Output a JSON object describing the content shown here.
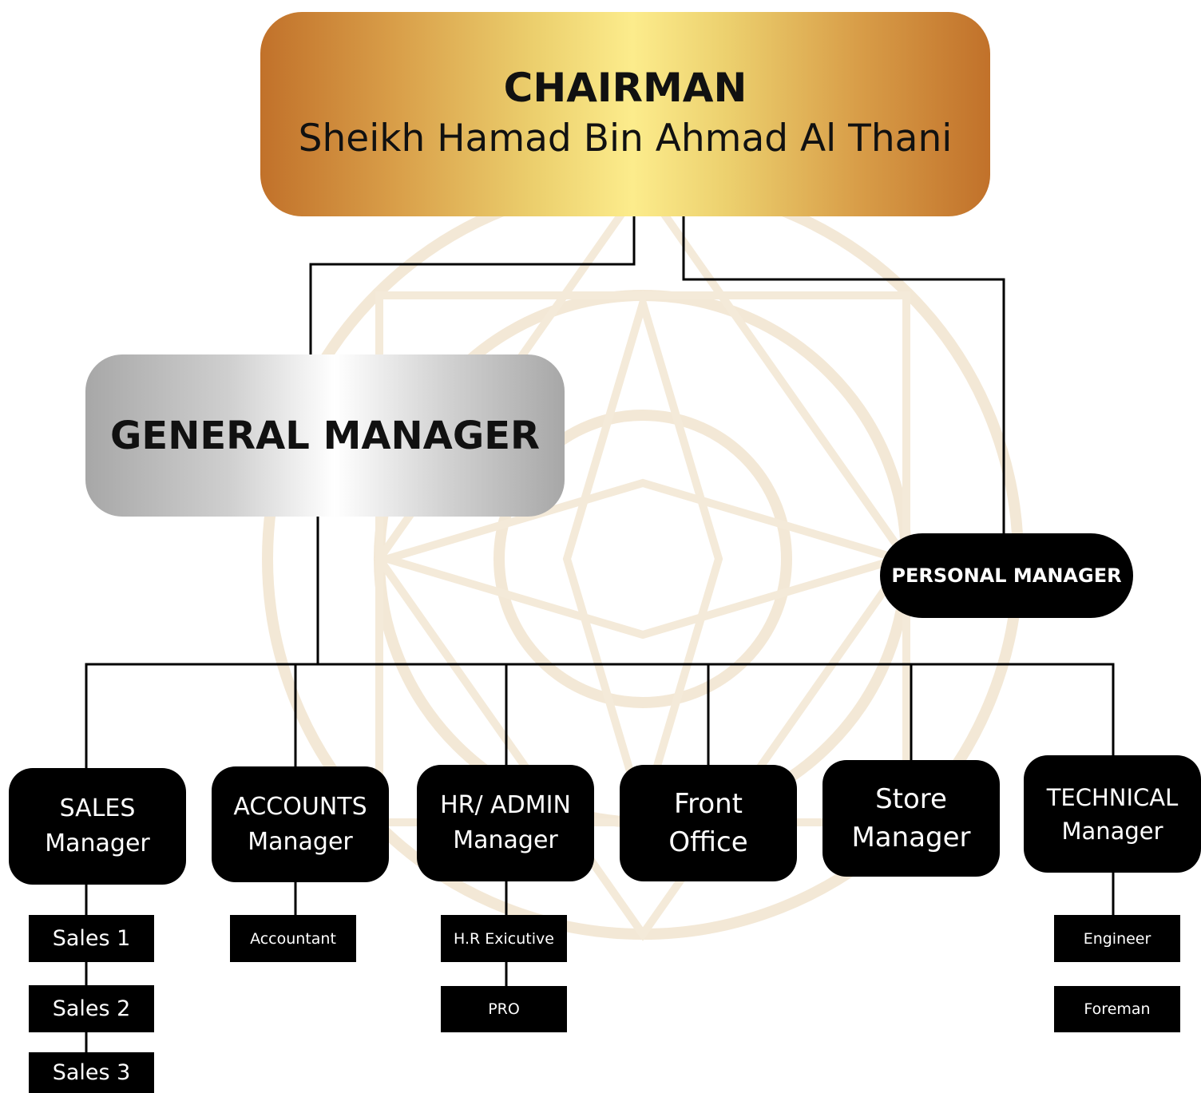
{
  "chairman": {
    "title": "CHAIRMAN",
    "name": "Sheikh Hamad Bin Ahmad Al Thani"
  },
  "general_manager": {
    "title": "GENERAL MANAGER"
  },
  "personal_manager": {
    "title": "PERSONAL MANAGER"
  },
  "managers": [
    {
      "line1": "SALES",
      "line2": "Manager",
      "staff": [
        "Sales 1",
        "Sales 2",
        "Sales 3"
      ]
    },
    {
      "line1": "ACCOUNTS",
      "line2": "Manager",
      "staff": [
        "Accountant"
      ]
    },
    {
      "line1": "HR/ ADMIN",
      "line2": "Manager",
      "staff": [
        "H.R Exicutive",
        "PRO"
      ]
    },
    {
      "line1": "Front",
      "line2": "Office",
      "staff": []
    },
    {
      "line1": "Store",
      "line2": "Manager",
      "staff": []
    },
    {
      "line1": "TECHNICAL",
      "line2": "Manager",
      "staff": [
        "Engineer",
        "Foreman"
      ]
    }
  ],
  "colors": {
    "gold_edge": "#c1712a",
    "gold_center": "#fcec8c",
    "silver_edge": "#a7a7a7",
    "silver_center": "#ffffff",
    "node_black": "#000000",
    "ornament": "#f1e4cf"
  }
}
